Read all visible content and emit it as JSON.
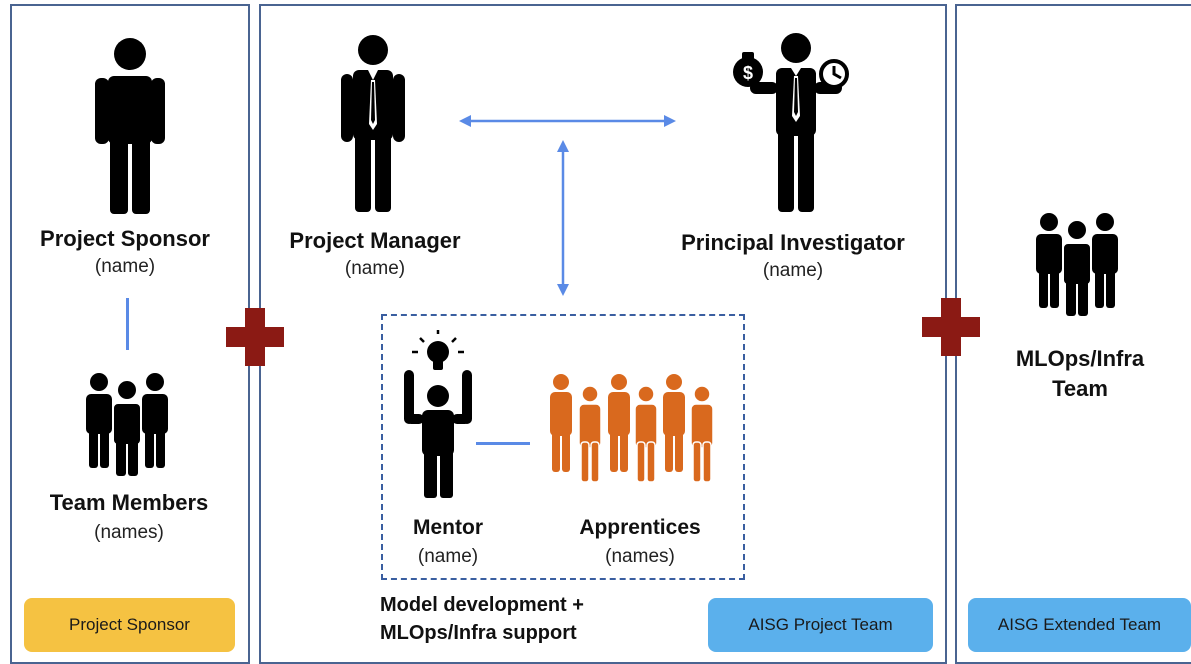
{
  "panels": {
    "sponsor": {
      "role_title": "Project Sponsor",
      "role_name": "(name)",
      "members_title": "Team Members",
      "members_name": "(names)",
      "badge_label": "Project Sponsor",
      "badge_color": "#F5C242"
    },
    "project": {
      "manager_title": "Project Manager",
      "manager_name": "(name)",
      "investigator_title": "Principal Investigator",
      "investigator_name": "(name)",
      "mentor_title": "Mentor",
      "mentor_name": "(name)",
      "apprentices_title": "Apprentices",
      "apprentices_name": "(names)",
      "caption_line1": "Model development +",
      "caption_line2": "MLOps/Infra support",
      "badge_label": "AISG Project Team",
      "badge_color": "#5BB0EC"
    },
    "extended": {
      "team_title_line1": "MLOps/Infra",
      "team_title_line2": "Team",
      "badge_label": "AISG Extended Team",
      "badge_color": "#5BB0EC"
    }
  },
  "colors": {
    "panel_border": "#4A6491",
    "connector": "#5A8AE6",
    "plus_sign": "#8B1A14",
    "figure": "#000000",
    "apprentice_figure": "#D9691E"
  },
  "icons": [
    "person-icon",
    "businessman-icon",
    "investigator-icon",
    "team-icon",
    "mentor-icon",
    "apprentices-icon",
    "plus-icon"
  ]
}
